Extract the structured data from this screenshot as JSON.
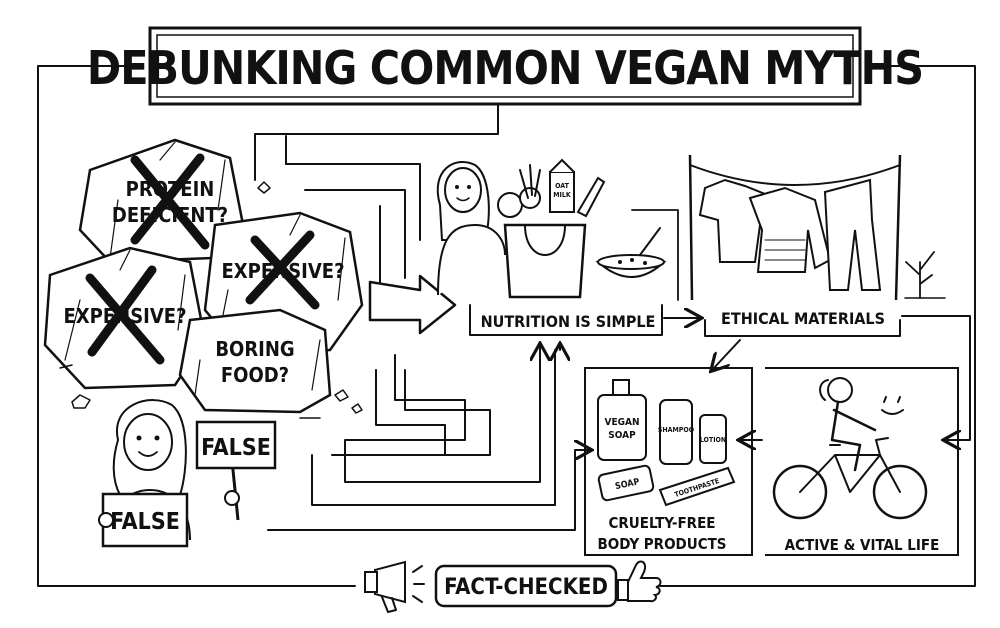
{
  "title": "DEBUNKING COMMON VEGAN MYTHS",
  "myths": [
    {
      "line1": "PROTEIN",
      "line2": "DEFICIENT?"
    },
    {
      "line1": "EXPENSIVE?",
      "line2": ""
    },
    {
      "line1": "EXPENSIVE?",
      "line2": ""
    },
    {
      "line1": "BORING",
      "line2": "FOOD?"
    }
  ],
  "signs": [
    "FALSE",
    "FALSE"
  ],
  "grocery_labels": {
    "oat_milk_1": "OAT",
    "oat_milk_2": "MILK"
  },
  "products": {
    "vegan_soap_1": "VEGAN",
    "vegan_soap_2": "SOAP",
    "shampoo": "SHAMPOO",
    "lotion": "LOTION",
    "soap_bar": "SOAP",
    "toothpaste": "TOOTHPASTE"
  },
  "nodes": {
    "nutrition": "NUTRITION IS SIMPLE",
    "ethical": "ETHICAL MATERIALS",
    "cruelty_1": "CRUELTY-FREE",
    "cruelty_2": "BODY PRODUCTS",
    "active": "ACTIVE & VITAL LIFE"
  },
  "footer": "FACT-CHECKED"
}
